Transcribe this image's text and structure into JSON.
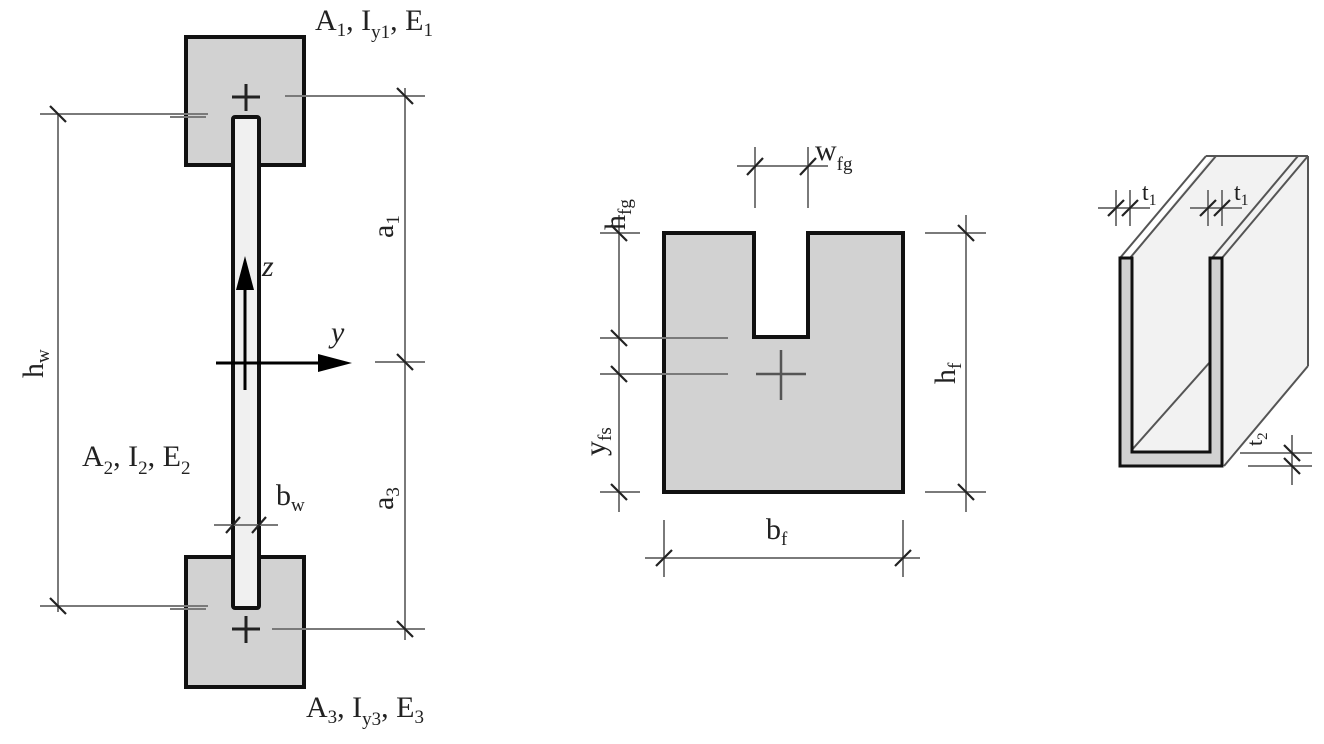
{
  "figure": {
    "panels": [
      {
        "id": "composite-i-section",
        "labels": {
          "top_flange": {
            "A": "A",
            "A_sub": "1",
            "I": "I",
            "I_sub": "y1",
            "E": "E",
            "E_sub": "1",
            "sep": ", "
          },
          "web": {
            "A": "A",
            "A_sub": "2",
            "I": "I",
            "I_sub": "2",
            "E": "E",
            "E_sub": "2",
            "sep": ", "
          },
          "bottom_flange": {
            "A": "A",
            "A_sub": "3",
            "I": "I",
            "I_sub": "y3",
            "E": "E",
            "E_sub": "3",
            "sep": ", "
          },
          "web_height": {
            "main": "h",
            "sub": "w"
          },
          "web_width": {
            "main": "b",
            "sub": "w"
          },
          "dist_top": {
            "main": "a",
            "sub": "1"
          },
          "dist_bottom": {
            "main": "a",
            "sub": "3"
          },
          "axis_z": "z",
          "axis_y": "y"
        }
      },
      {
        "id": "grooved-flange-section",
        "labels": {
          "groove_width": {
            "main": "w",
            "sub": "fg"
          },
          "groove_height": {
            "main": "h",
            "sub": "fg"
          },
          "flange_height": {
            "main": "h",
            "sub": "f"
          },
          "flange_width": {
            "main": "b",
            "sub": "f"
          },
          "centroid_dist": {
            "main": "y",
            "sub": "fs"
          }
        }
      },
      {
        "id": "u-channel-3d",
        "labels": {
          "wall_left": {
            "main": "t",
            "sub": "1"
          },
          "wall_right": {
            "main": "t",
            "sub": "1"
          },
          "base": {
            "main": "t",
            "sub": "2"
          }
        }
      }
    ],
    "colors": {
      "section_fill": "#d2d2d2",
      "web_fill": "#f0f0f0",
      "outline": "#111111",
      "dimension_line": "#7a7a7a"
    }
  }
}
